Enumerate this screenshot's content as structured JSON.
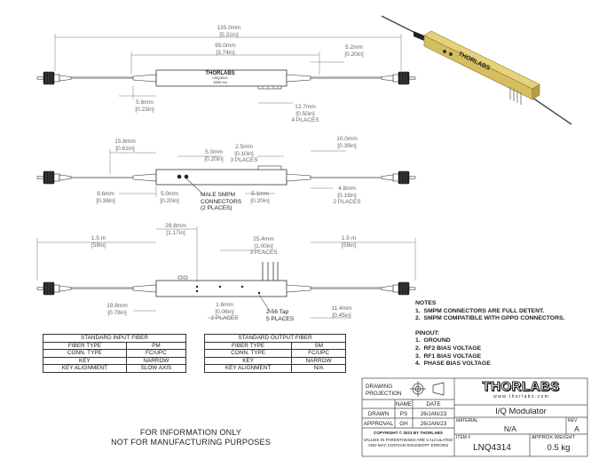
{
  "top_view": {
    "overall_length": {
      "mm": "135.0mm",
      "in": "[5.31in]"
    },
    "body_length": {
      "mm": "95.0mm",
      "in": "[3.74in]"
    },
    "boot_right": {
      "mm": "5.2mm",
      "in": "[0.20in]"
    },
    "boot_left": {
      "mm": "5.8mm",
      "in": "[0.23in]"
    },
    "pin_spacing": {
      "mm": "12.7mm",
      "in": "[0.50in]",
      "note": "4 PLACES"
    },
    "body_logo": "THORLABS",
    "body_text": [
      "LNQ4314",
      "1550 nm"
    ]
  },
  "side_view": {
    "d1": {
      "mm": "15.6mm",
      "in": "[0.61in]"
    },
    "d2": {
      "mm": "5.0mm",
      "in": "[0.20in]"
    },
    "d3": {
      "mm": "2.5mm",
      "in": "[0.10in]",
      "note": "3 PLACES"
    },
    "d4": {
      "mm": "10.0mm",
      "in": "[0.39in]"
    },
    "d5": {
      "mm": "9.6mm",
      "in": "[0.38in]"
    },
    "d6": {
      "mm": "5.0mm",
      "in": "[0.20in]"
    },
    "d7": {
      "mm": "5.1mm",
      "in": "[0.20in]"
    },
    "d8": {
      "mm": "4.8mm",
      "in": "[0.19in]",
      "note": "2 PLACES"
    },
    "smpm_label": [
      "MALE SMPM",
      "CONNECTORS",
      "(2 PLACES)"
    ]
  },
  "bottom_view": {
    "fiber_left": {
      "mm": "1.5 m",
      "in": "[59in]"
    },
    "fiber_right": {
      "mm": "1.5 m",
      "in": "[59in]"
    },
    "d1": {
      "mm": "29.8mm",
      "in": "[1.17in]"
    },
    "d2": {
      "mm": "25.4mm",
      "in": "[1.00in]",
      "note": "3 PLACES"
    },
    "d3": {
      "mm": "19.8mm",
      "in": "[0.78in]"
    },
    "d4": {
      "mm": "1.6mm",
      "in": "[0.06in]",
      "note": "2 PLACES"
    },
    "d5": {
      "mm": "11.4mm",
      "in": "[0.45in]"
    },
    "tap": [
      "2-56 Tap",
      "5 PLACES"
    ]
  },
  "notes": {
    "heading": "NOTES",
    "items": [
      "SMPM CONNECTORS ARE FULL DETENT.",
      "SMPM COMPATIBLE WITH GPPO CONNECTORS."
    ],
    "pinout_heading": "PINOUT:",
    "pinout": [
      "GROUND",
      "RF2 BIAS VOLTAGE",
      "RF1 BIAS VOLTAGE",
      "PHASE BIAS VOLTAGE"
    ]
  },
  "input_table": {
    "title": "STANDARD INPUT FIBER",
    "rows": [
      [
        "FIBER TYPE",
        "PM"
      ],
      [
        "CONN. TYPE",
        "FC/UPC"
      ],
      [
        "KEY",
        "NARROW"
      ],
      [
        "KEY ALIGNMENT",
        "SLOW AXIS"
      ]
    ]
  },
  "output_table": {
    "title": "STANDARD OUTPUT FIBER",
    "rows": [
      [
        "FIBER TYPE",
        "SM"
      ],
      [
        "CONN. TYPE",
        "FC/UPC"
      ],
      [
        "KEY",
        "NARROW"
      ],
      [
        "KEY ALIGNMENT",
        "N/A"
      ]
    ]
  },
  "footer": [
    "FOR INFORMATION ONLY",
    "NOT FOR MANUFACTURING PURPOSES"
  ],
  "title_block": {
    "drawing_projection": [
      "DRAWING",
      "PROJECTION"
    ],
    "col_name": "NAME",
    "col_date": "DATE",
    "drawn_label": "DRAWN",
    "drawn_name": "PS",
    "drawn_date": "26/JAN/23",
    "approval_label": "APPROVAL",
    "approval_name": "GH",
    "approval_date": "26/JAN/23",
    "copyright": "COPYRIGHT © 2023 BY THORLABS",
    "disclaimer": [
      "VALUES IN PARENTHESES ARE CALCULATED",
      "AND MAY CONTAIN ROUNDOFF ERRORS"
    ],
    "logo": "THORLABS",
    "website": "w w w . t h o r l a b s . c o m",
    "title": "I/Q Modulator",
    "material_label": "MATERIAL",
    "material": "N/A",
    "rev_label": "REV",
    "rev": "A",
    "item_label": "ITEM #",
    "item": "LNQ4314",
    "weight_label": "APPROX WEIGHT",
    "weight": "0.5 kg"
  },
  "colors": {
    "line": "#333333",
    "dim_text": "#666666",
    "device_body": "#c9b35a"
  }
}
